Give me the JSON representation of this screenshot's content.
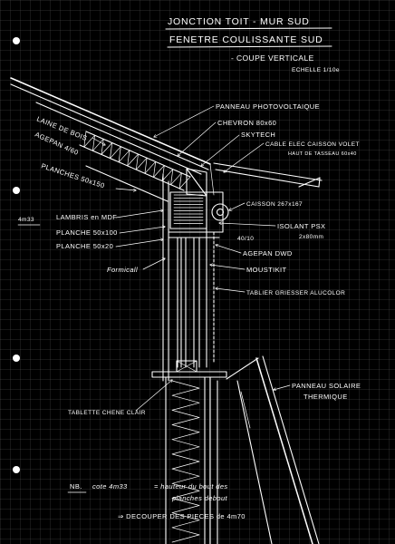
{
  "title": "JONCTION TOIT - MUR SUD",
  "subtitle": "FENETRE COULISSANTE SUD",
  "view": "- COUPE VERTICALE",
  "scale": "ECHELLE 1/10e",
  "labels": {
    "pv_panel": "PANNEAU PHOTOVOLTAIQUE",
    "chevron": "CHEVRON 80x60",
    "skytech": "SKYTECH",
    "cable": "CABLE ELEC CAISSON VOLET",
    "tasseau": "HAUT DE TASSEAU 60x40",
    "laine": "LAINE DE BOIS",
    "agepan_roof": "AGEPAN 4/60",
    "planches": "PLANCHES 50x150",
    "height_mark": "4m33",
    "lambris": "LAMBRIS en MDF",
    "planche_100": "PLANCHE 50x100",
    "planche_20": "PLANCHE 50x20",
    "formicall": "Formicall",
    "caisson": "CAISSON 267x167",
    "isolant": "ISOLANT PSX",
    "isolant_dim": "2x80mm",
    "angle": "40/10",
    "agepan_dwd": "AGEPAN DWD",
    "moustikit": "MOUSTIKIT",
    "tablier": "TABLIER GRIESSER ALUCOLOR",
    "solar_panel": "PANNEAU SOLAIRE",
    "solar_panel_2": "THERMIQUE",
    "tablette": "TABLETTE CHENE CLAIR"
  },
  "notes": {
    "nb": "NB.",
    "nb_cote": "cote 4m33",
    "nb_eq": "= hauteur du bout des",
    "nb_eq2": "planches debout",
    "cut": "⇒ DECOUPER DES PIECES de 4m70"
  },
  "colors": {
    "paper": "#000000",
    "ink": "#ffffff",
    "grid": "#555555"
  }
}
